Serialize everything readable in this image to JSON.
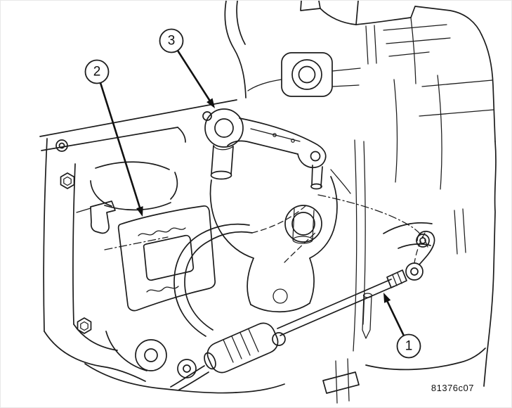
{
  "figure": {
    "code": "81376c07",
    "background_color": "#ffffff",
    "line_color": "#1c1c1c"
  },
  "callouts": [
    {
      "label": "1"
    },
    {
      "label": "2"
    },
    {
      "label": "3"
    }
  ]
}
